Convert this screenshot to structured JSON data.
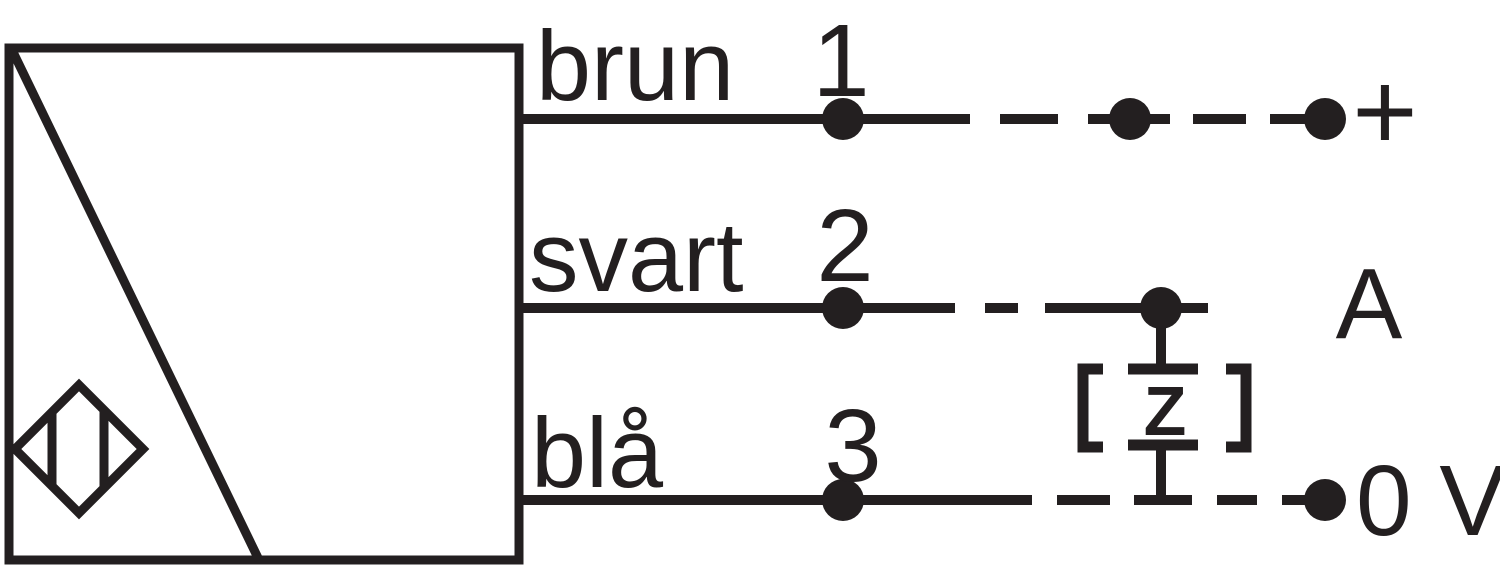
{
  "diagram": {
    "type": "sensor-wiring-diagram",
    "background_color": "#ffffff",
    "ink_color": "#231f20",
    "sensor": {
      "symbol": "proximity-sensor-diamond"
    },
    "wires": [
      {
        "color_label": "brun",
        "pin": "1",
        "terminal": "+"
      },
      {
        "color_label": "svart",
        "pin": "2",
        "terminal": "A"
      },
      {
        "color_label": "blå",
        "pin": "3",
        "terminal": "0 V"
      }
    ],
    "load": {
      "label": "Z",
      "bracket_left": "[",
      "bracket_right": "]"
    }
  }
}
